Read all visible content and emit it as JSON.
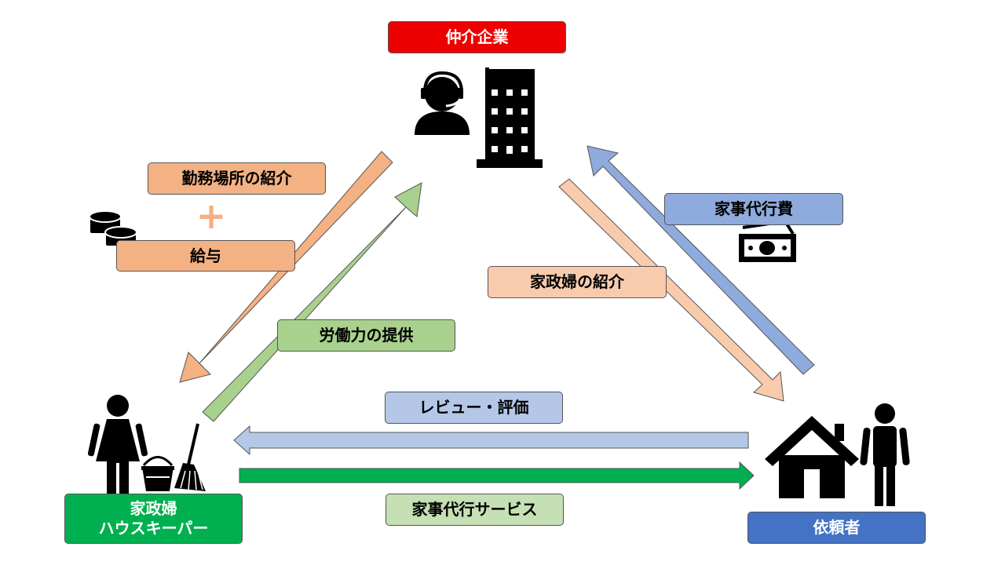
{
  "nodes": {
    "agency": {
      "label": "仲介企業",
      "color": "#ee0000"
    },
    "housekeeper": {
      "label": "家政婦\nハウスキーパー",
      "color": "#00b050"
    },
    "client": {
      "label": "依頼者",
      "color": "#4472c4"
    }
  },
  "flows": {
    "workplace_intro": {
      "label": "勤務場所の紹介",
      "color": "#f4b183"
    },
    "plus_sign": "+",
    "salary": {
      "label": "給与",
      "color": "#f4b183"
    },
    "labor": {
      "label": "労働力の提供",
      "color": "#a9d18e"
    },
    "housekeeper_intro": {
      "label": "家政婦の紹介",
      "color": "#f8cbad"
    },
    "fee": {
      "label": "家事代行費",
      "color": "#8faadc"
    },
    "review": {
      "label": "レビュー・評価",
      "color": "#b4c7e7"
    },
    "service": {
      "label": "家事代行サービス",
      "color": "#c5e0b4"
    }
  },
  "icons": {
    "operator": "headset-operator-icon",
    "building": "office-building-icon",
    "coins": "coins-icon",
    "money": "banknote-icon",
    "woman": "woman-icon",
    "bucket": "bucket-icon",
    "broom": "broom-icon",
    "house": "house-icon",
    "man": "man-icon"
  },
  "arrow_colors": {
    "orange": "#f4b183",
    "green": "#a9d18e",
    "peach": "#f8cbad",
    "blue": "#8faadc",
    "light_blue": "#b4c7e7",
    "dark_green": "#00b050",
    "outline": "#555555"
  }
}
